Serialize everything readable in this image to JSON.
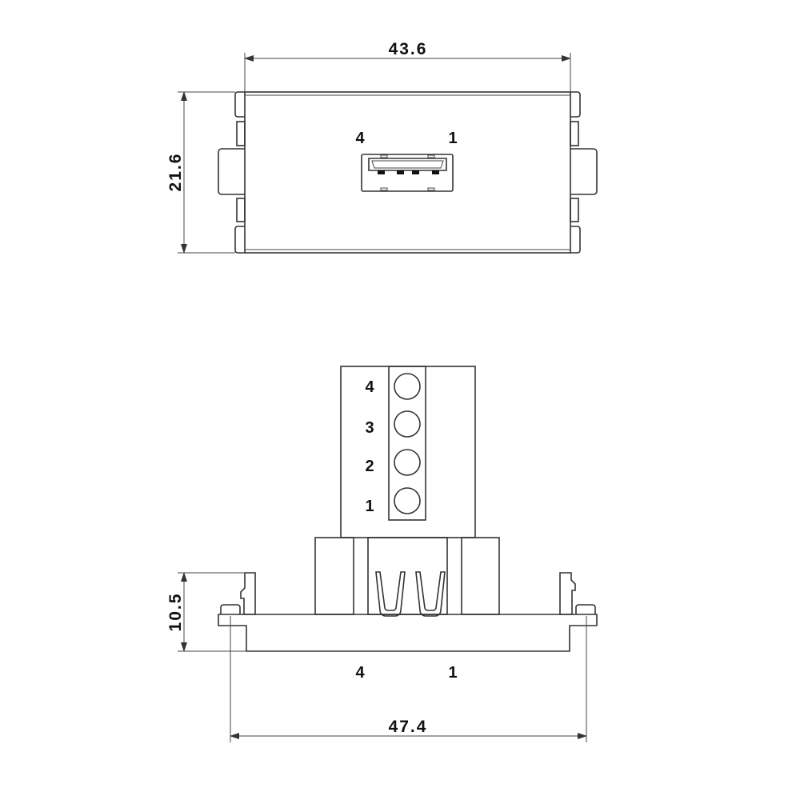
{
  "dimensions": {
    "top_width": "43.6",
    "top_height": "21.6",
    "side_height": "10.5",
    "side_width": "47.4"
  },
  "front_view": {
    "pin_left": "4",
    "pin_right": "1"
  },
  "side_view": {
    "pin_labels": [
      "4",
      "3",
      "2",
      "1"
    ],
    "bottom_pin_left": "4",
    "bottom_pin_right": "1"
  }
}
